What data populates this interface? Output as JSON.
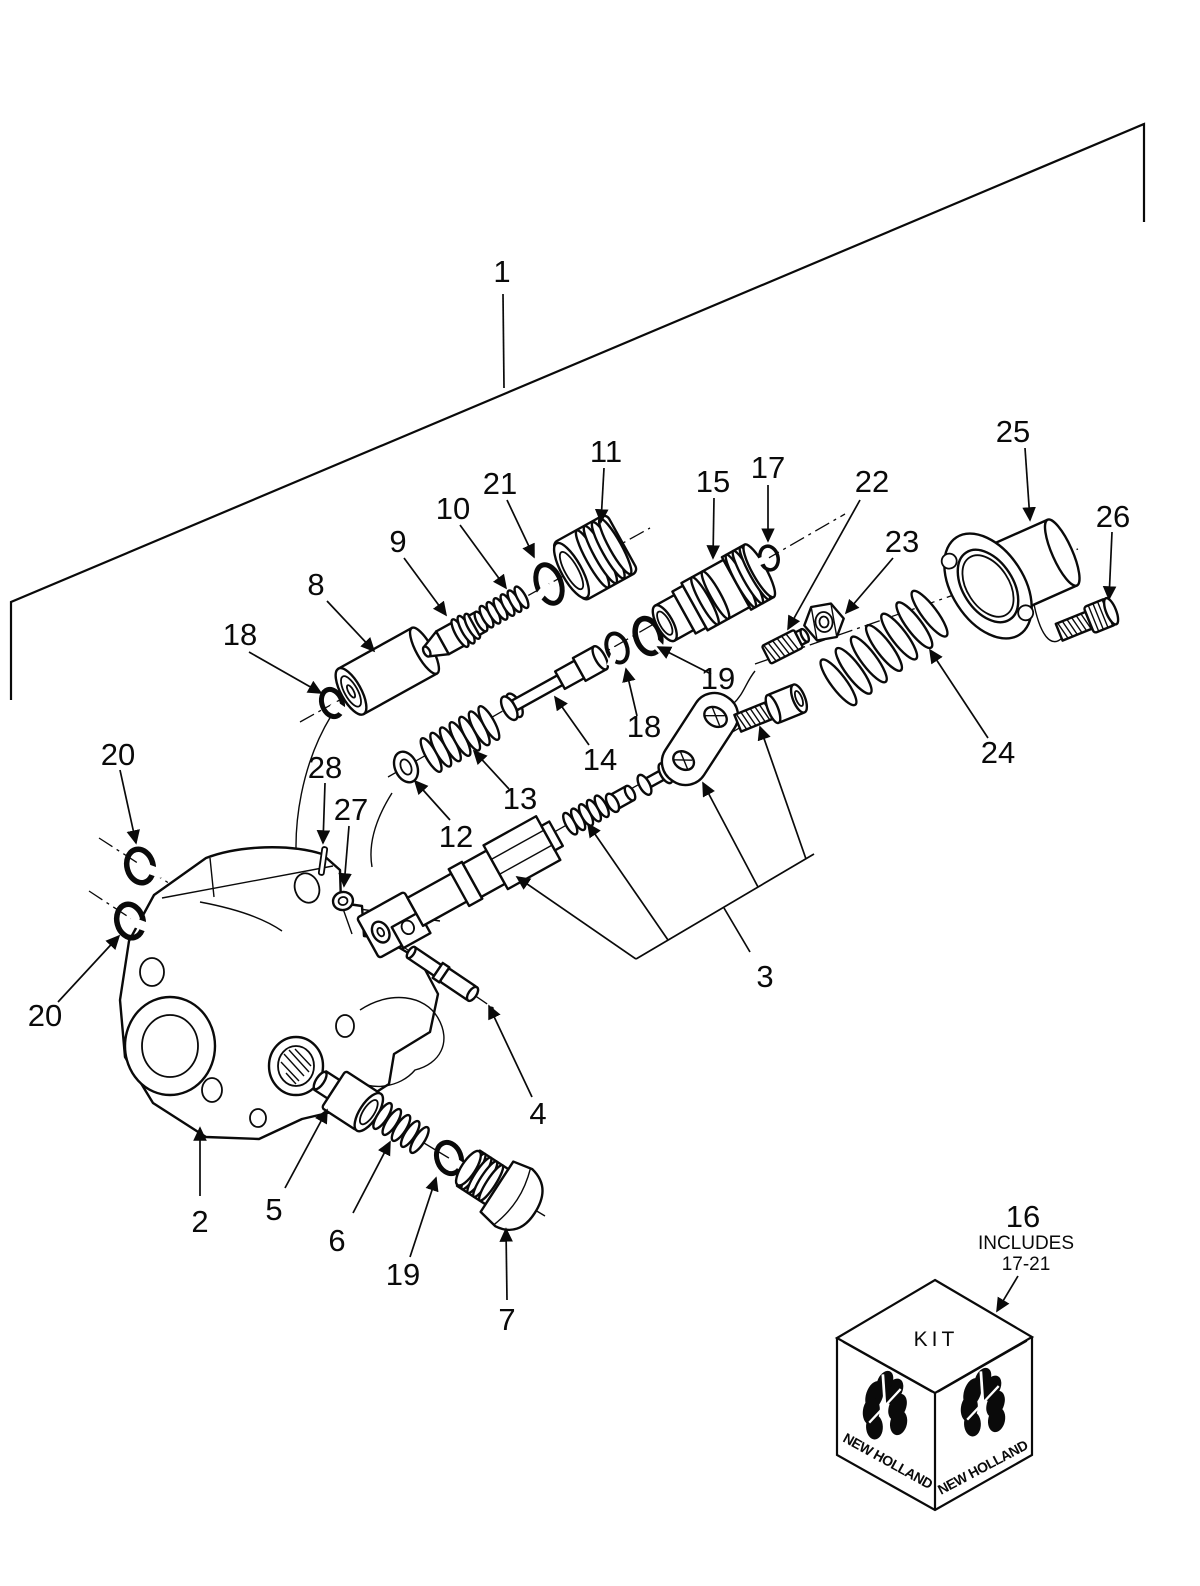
{
  "page": {
    "background": "#ffffff",
    "ink": "#0a0a0a"
  },
  "diagram": {
    "callouts": {
      "n1": "1",
      "n2": "2",
      "n3": "3",
      "n4": "4",
      "n5": "5",
      "n6": "6",
      "n7": "7",
      "n8": "8",
      "n9": "9",
      "n10": "10",
      "n11": "11",
      "n12": "12",
      "n13": "13",
      "n14": "14",
      "n15": "15",
      "n16": "16",
      "n17": "17",
      "n18": "18",
      "n19": "19",
      "n20": "20",
      "n21": "21",
      "n22": "22",
      "n23": "23",
      "n24": "24",
      "n25": "25",
      "n26": "26",
      "n27": "27",
      "n28": "28"
    },
    "kit": {
      "callout": "16",
      "includes_label": "INCLUDES",
      "includes_range": "17-21",
      "box_label": "KIT",
      "brand": "NEW HOLLAND"
    }
  }
}
